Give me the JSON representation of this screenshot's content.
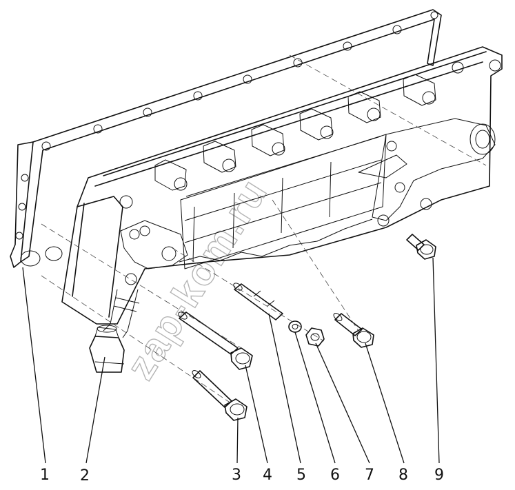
{
  "callouts": [
    "1",
    "2",
    "3",
    "4",
    "5",
    "6",
    "7",
    "8",
    "9"
  ],
  "watermark": "zap-kom.ru"
}
